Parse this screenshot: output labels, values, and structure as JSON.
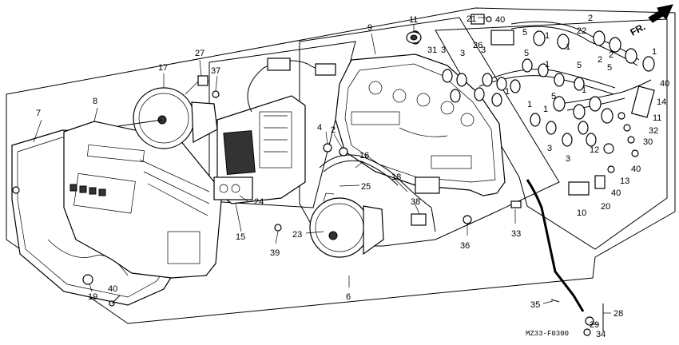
{
  "diagram": {
    "code_label": "MZ33-F0300",
    "direction_label": "FR.",
    "parts": [
      {
        "id": "p7",
        "num": "7"
      },
      {
        "id": "p8",
        "num": "8"
      },
      {
        "id": "p17",
        "num": "17"
      },
      {
        "id": "p27",
        "num": "27"
      },
      {
        "id": "p37",
        "num": "37"
      },
      {
        "id": "p9",
        "num": "9"
      },
      {
        "id": "p11a",
        "num": "11"
      },
      {
        "id": "p21",
        "num": "21"
      },
      {
        "id": "p40a",
        "num": "40"
      },
      {
        "id": "p26",
        "num": "26"
      },
      {
        "id": "p22",
        "num": "22"
      },
      {
        "id": "p31",
        "num": "31"
      },
      {
        "id": "p4",
        "num": "4"
      },
      {
        "id": "p2a",
        "num": "2"
      },
      {
        "id": "p16",
        "num": "16"
      },
      {
        "id": "p18",
        "num": "18"
      },
      {
        "id": "p25",
        "num": "25"
      },
      {
        "id": "p38",
        "num": "38"
      },
      {
        "id": "p24",
        "num": "24"
      },
      {
        "id": "p15",
        "num": "15"
      },
      {
        "id": "p23",
        "num": "23"
      },
      {
        "id": "p39",
        "num": "39"
      },
      {
        "id": "p36",
        "num": "36"
      },
      {
        "id": "p33",
        "num": "33"
      },
      {
        "id": "p6",
        "num": "6"
      },
      {
        "id": "p19",
        "num": "19"
      },
      {
        "id": "p40b",
        "num": "40"
      },
      {
        "id": "p14",
        "num": "14"
      },
      {
        "id": "p40c",
        "num": "40"
      },
      {
        "id": "p11b",
        "num": "11"
      },
      {
        "id": "p32",
        "num": "32"
      },
      {
        "id": "p30",
        "num": "30"
      },
      {
        "id": "p12",
        "num": "12"
      },
      {
        "id": "p40d",
        "num": "40"
      },
      {
        "id": "p13",
        "num": "13"
      },
      {
        "id": "p40e",
        "num": "40"
      },
      {
        "id": "p20",
        "num": "20"
      },
      {
        "id": "p10",
        "num": "10"
      },
      {
        "id": "p35",
        "num": "35"
      },
      {
        "id": "p28",
        "num": "28"
      },
      {
        "id": "p29",
        "num": "29"
      },
      {
        "id": "p34",
        "num": "34"
      },
      {
        "id": "p3a",
        "num": "3"
      },
      {
        "id": "p3b",
        "num": "3"
      },
      {
        "id": "p3c",
        "num": "3"
      },
      {
        "id": "p3d",
        "num": "3"
      },
      {
        "id": "p3e",
        "num": "3"
      },
      {
        "id": "p5a",
        "num": "5"
      },
      {
        "id": "p5b",
        "num": "5"
      },
      {
        "id": "p5c",
        "num": "5"
      },
      {
        "id": "p5d",
        "num": "5"
      },
      {
        "id": "p5e",
        "num": "5"
      },
      {
        "id": "p1a",
        "num": "1"
      },
      {
        "id": "p1b",
        "num": "1"
      },
      {
        "id": "p1c",
        "num": "1"
      },
      {
        "id": "p1d",
        "num": "1"
      },
      {
        "id": "p1e",
        "num": "1"
      },
      {
        "id": "p1f",
        "num": "1"
      },
      {
        "id": "p1g",
        "num": "1"
      },
      {
        "id": "p1h",
        "num": "1"
      },
      {
        "id": "p2b",
        "num": "2"
      },
      {
        "id": "p2c",
        "num": "2"
      },
      {
        "id": "p2d",
        "num": "2"
      }
    ]
  }
}
